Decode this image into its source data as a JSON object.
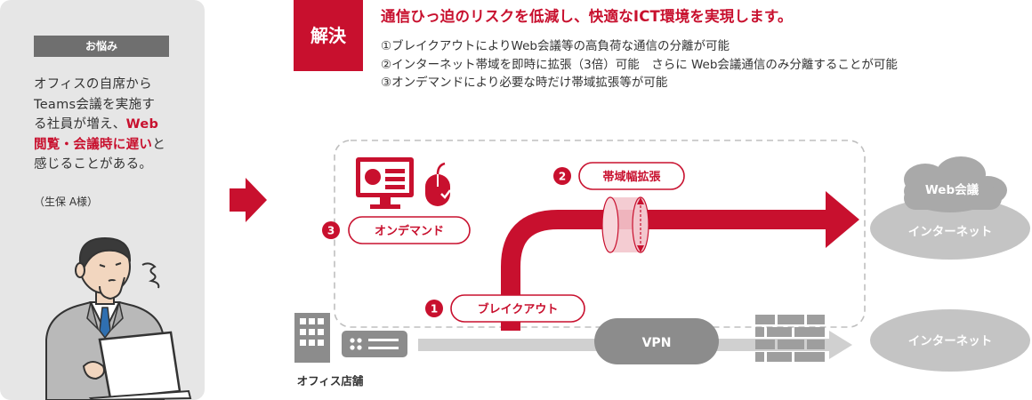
{
  "worry": {
    "badge": "お悩み",
    "line1": "オフィスの自席から",
    "line2": "Teams会議を実施す",
    "line3_pre": "る社員が増え、",
    "line3_hl": "Web",
    "line4_hl": "閲覧・会議時に遅い",
    "line4_post": "と",
    "line5": "感じることがある。",
    "customer": "（生保 A様）"
  },
  "solution": {
    "badge": "解決",
    "title": "通信ひっ迫のリスクを低減し、快適なICT環境を実現します。",
    "points": [
      "①ブレイクアウトによりWeb会議等の高負荷な通信の分離が可能",
      "②インターネット帯域を即時に拡張（3倍）可能　さらに Web会議通信のみ分離することが可能",
      "③オンデマンドにより必要な時だけ帯域拡張等が可能"
    ]
  },
  "diagram": {
    "on_demand_num": "3",
    "on_demand_label": "オンデマンド",
    "bandwidth_num": "2",
    "bandwidth_label": "帯域幅拡張",
    "breakout_num": "1",
    "breakout_label": "ブレイクアウト",
    "vpn_label": "VPN",
    "web_meeting_label": "Web会議",
    "internet_top_label": "インターネット",
    "internet_bottom_label": "インターネット",
    "office_label": "オフィス店舗"
  },
  "colors": {
    "accent": "#c8102e",
    "gray": "#999999",
    "panel": "#e6e6e6"
  }
}
